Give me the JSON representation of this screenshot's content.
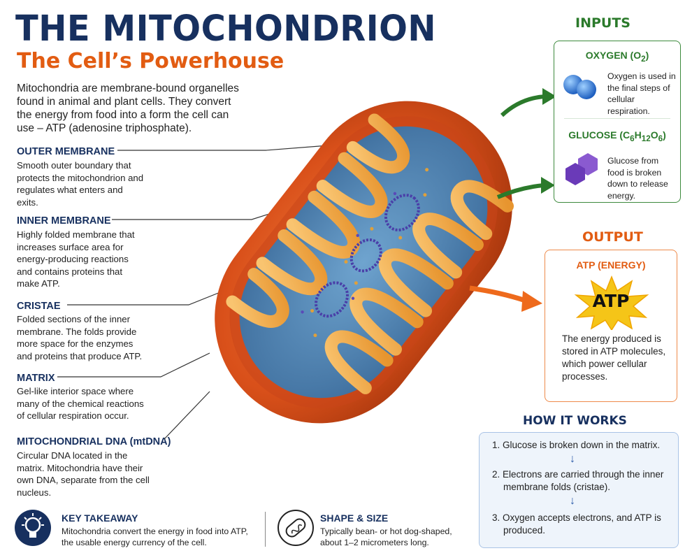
{
  "header": {
    "title": "THE MITOCHONDRION",
    "subtitle": "The Cell’s Powerhouse",
    "intro": "Mitochondria are membrane-bound organelles found in animal and plant cells. They convert the energy from food into a form the cell can use – ATP (adenosine triphosphate)."
  },
  "parts": [
    {
      "label": "OUTER MEMBRANE",
      "desc": "Smooth outer boundary that protects the mitochondrion and regulates what enters and exits."
    },
    {
      "label": "INNER MEMBRANE",
      "desc": "Highly folded membrane that increases surface area for energy-producing reactions and contains proteins that make ATP."
    },
    {
      "label": "CRISTAE",
      "desc": "Folded sections of the inner membrane. The folds provide more space for the enzymes and proteins that produce ATP."
    },
    {
      "label": "MATRIX",
      "desc": "Gel-like interior space where many of the chemical reactions of cellular respiration occur."
    },
    {
      "label": "MITOCHONDRIAL DNA (mtDNA)",
      "desc": "Circular DNA located in the matrix. Mitochondria have their own DNA, separate from the cell nucleus."
    }
  ],
  "inputs": {
    "title": "INPUTS",
    "oxygen": {
      "label_prefix": "OXYGEN (O",
      "label_sub": "2",
      "label_suffix": ")",
      "desc": "Oxygen is used in the final steps of cellular respiration."
    },
    "glucose": {
      "label_prefix": "GLUCOSE (C",
      "sub1": "6",
      "mid1": "H",
      "sub2": "12",
      "mid2": "O",
      "sub3": "6",
      "label_suffix": ")",
      "desc": "Glucose from food is broken down to release energy."
    }
  },
  "output": {
    "title": "OUTPUT",
    "label": "ATP (ENERGY)",
    "atp": "ATP",
    "desc": "The energy produced is stored in ATP molecules, which power cellular processes."
  },
  "how": {
    "title": "HOW IT WORKS",
    "steps": [
      "1.  Glucose is broken down in the matrix.",
      "2.  Electrons are carried through the inner membrane folds (cristae).",
      "3.  Oxygen accepts electrons, and ATP is produced."
    ]
  },
  "footer": {
    "takeaway_title": "KEY TAKEAWAY",
    "takeaway_text": "Mitochondria convert the energy in food into ATP, the usable energy currency of the cell.",
    "shape_title": "SHAPE & SIZE",
    "shape_text": "Typically bean- or hot dog-shaped, about 1–2 micrometers long."
  },
  "colors": {
    "navy": "#17305f",
    "orange": "#e25c12",
    "green": "#2b7a2b",
    "blue": "#2a5aa8"
  }
}
